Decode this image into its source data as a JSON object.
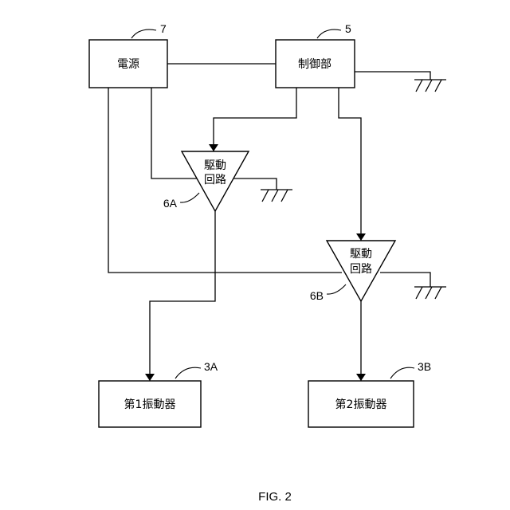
{
  "blocks": {
    "power_supply": {
      "label": "電源",
      "ref": "7"
    },
    "controller": {
      "label": "制御部",
      "ref": "5"
    },
    "drive_circuit_a": {
      "line1": "駆動",
      "line2": "回路",
      "ref": "6A"
    },
    "drive_circuit_b": {
      "line1": "駆動",
      "line2": "回路",
      "ref": "6B"
    },
    "vibrator_1": {
      "label": "第1振動器",
      "ref": "3A"
    },
    "vibrator_2": {
      "label": "第2振動器",
      "ref": "3B"
    }
  },
  "caption": "FIG. 2"
}
